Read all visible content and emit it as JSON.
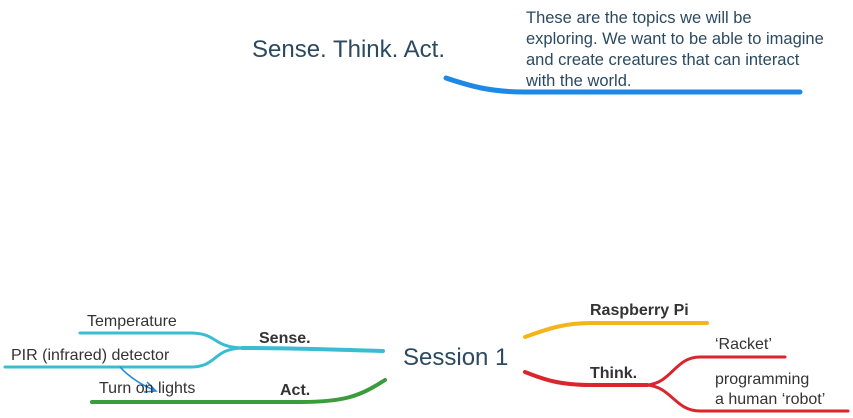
{
  "title": {
    "text": "Sense. Think. Act.",
    "note": "These are the topics we will be exploring. We want to be able to imagine and create creatures that can interact with the world."
  },
  "session": {
    "center": "Session 1",
    "sense": {
      "label": "Sense.",
      "color": "#3bbdd1",
      "children": [
        "Temperature",
        "PIR (infrared) detector"
      ]
    },
    "act": {
      "label": "Act.",
      "color": "#3a9c3a",
      "children": [
        "Turn on lights"
      ]
    },
    "raspberry": {
      "label": "Raspberry Pi",
      "color": "#f2b51b"
    },
    "think": {
      "label": "Think.",
      "color": "#d9252b",
      "children": [
        "‘Racket’",
        "programming",
        "a human ‘robot’"
      ]
    }
  },
  "colors": {
    "title_branch": "#1e88e5",
    "arrow": "#1e88e5",
    "text_dark": "#2b4a61"
  }
}
